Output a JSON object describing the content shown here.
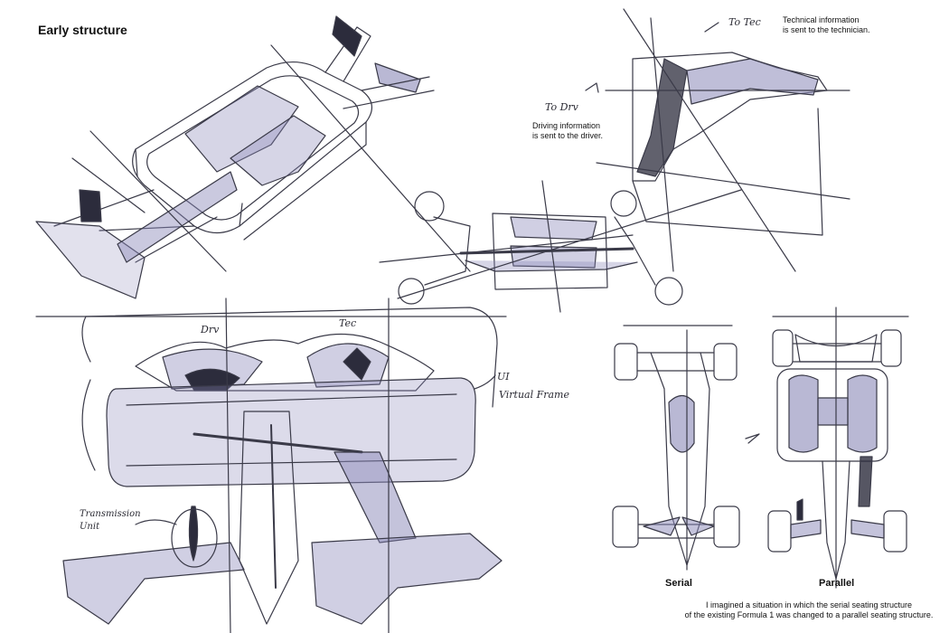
{
  "title": "Early structure",
  "technical_note": [
    "Technical information",
    "is sent to the technician."
  ],
  "driving_note": [
    "Driving information",
    "is sent to the driver."
  ],
  "handwritten": {
    "to_tec": "To Tec",
    "to_drv": "To Drv",
    "drv": "Drv",
    "tec": "Tec",
    "ui": "UI",
    "virtual_frame": "Virtual Frame",
    "transmission": "Transmission",
    "unit": "Unit"
  },
  "serial_label": "Serial",
  "parallel_label": "Parallel",
  "caption": [
    "I imagined a situation in which the serial seating structure",
    "of the existing Formula 1 was changed to a parallel seating structure."
  ],
  "colors": {
    "pencil": "#3a3a48",
    "shade": "#8a88b8",
    "dark": "#2c2c3c"
  }
}
